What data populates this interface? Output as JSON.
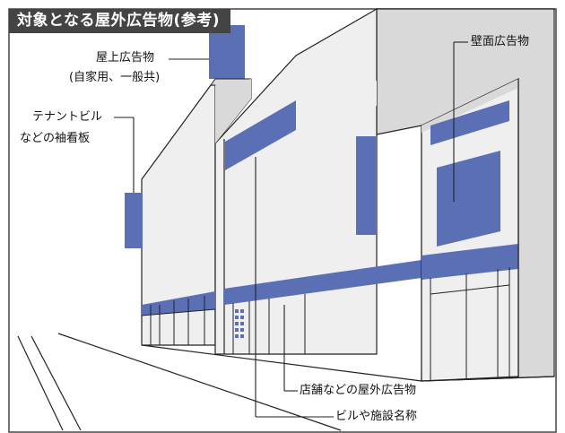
{
  "title": "対象となる屋外広告物(参考)",
  "labels": {
    "rooftop_line1": "屋上広告物",
    "rooftop_line2": "(自家用、一般共)",
    "tenant_line1": "テナントビル",
    "tenant_line2": "などの袖看板",
    "wall": "壁面広告物",
    "store": "店舗などの屋外広告物",
    "building_name": "ビルや施設名称"
  },
  "colors": {
    "ad_blue": "#5b6fb5",
    "facade": "#efefef",
    "side_wall": "#d9d9d9",
    "outline": "#222222",
    "title_bg": "#444444"
  }
}
